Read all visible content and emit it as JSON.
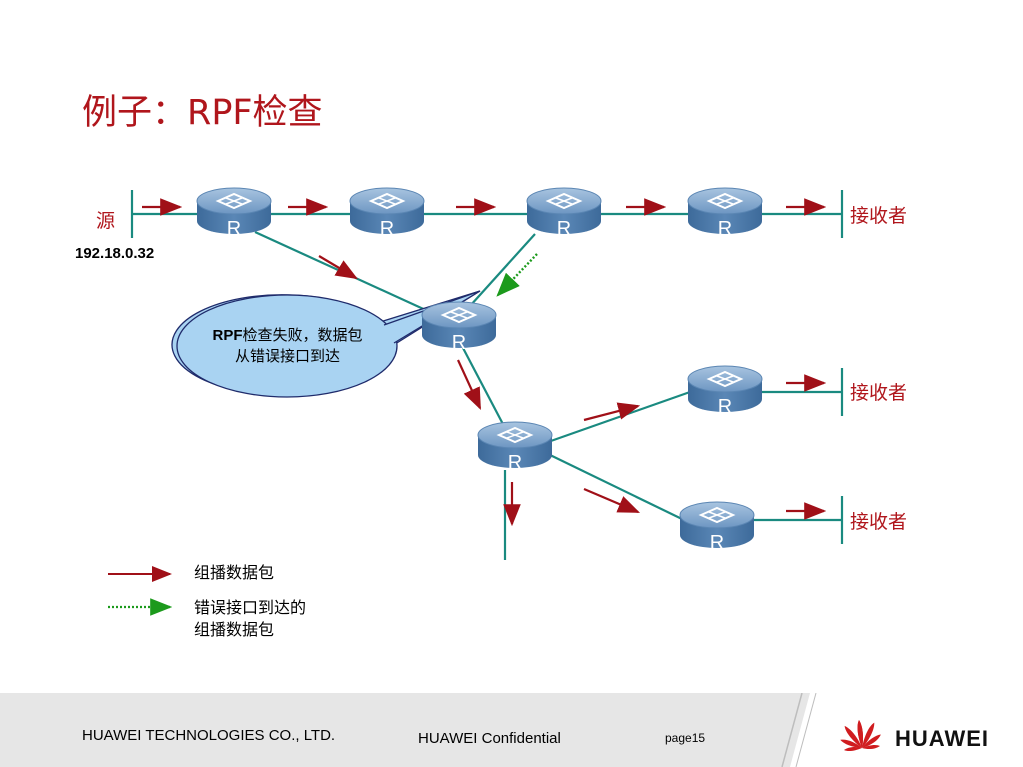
{
  "title": "例子：RPF检查",
  "source": {
    "label": "源",
    "address": "192.18.0.32"
  },
  "receivers": [
    "接收者",
    "接收者",
    "接收者"
  ],
  "router_label": "R",
  "callout": {
    "bold": "RPF",
    "line1_rest": "检查失败，数据包",
    "line2": "从错误接口到达"
  },
  "legend": {
    "multicast": "组播数据包",
    "wrong_iface_line1": "错误接口到达的",
    "wrong_iface_line2": "组播数据包"
  },
  "colors": {
    "title": "#b0161c",
    "arrow": "#a01018",
    "link": "#1a8a80",
    "wrong": "#1c9a1c",
    "router": "#4f7fb0"
  },
  "footer": {
    "company": "HUAWEI TECHNOLOGIES CO., LTD.",
    "confidential": "HUAWEI Confidential",
    "page": "page15",
    "brand": "HUAWEI"
  }
}
